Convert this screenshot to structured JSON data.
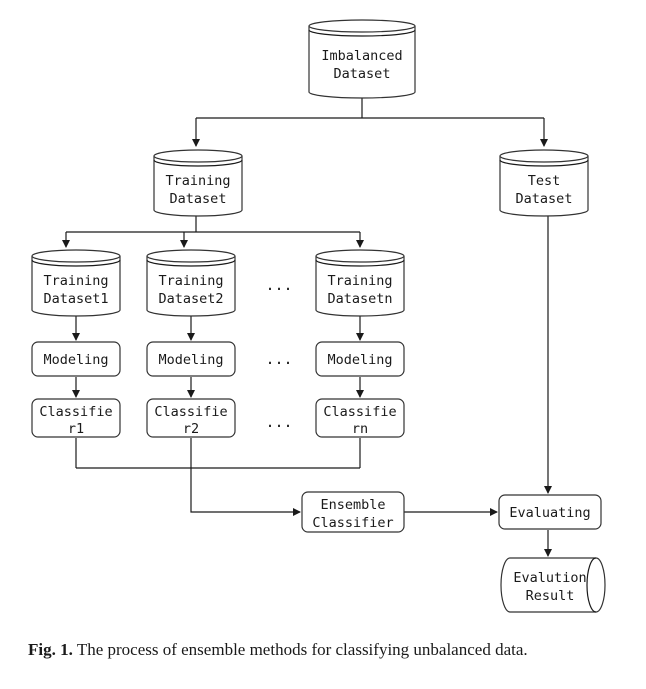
{
  "nodes": {
    "imbalanced_dataset": [
      "Imbalanced",
      "Dataset"
    ],
    "training_dataset": [
      "Training",
      "Dataset"
    ],
    "test_dataset": [
      "Test",
      "Dataset"
    ],
    "training_dataset1": [
      "Training",
      "Dataset1"
    ],
    "training_dataset2": [
      "Training",
      "Dataset2"
    ],
    "training_datasetn": [
      "Training",
      "Datasetn"
    ],
    "modeling_1": "Modeling",
    "modeling_2": "Modeling",
    "modeling_n": "Modeling",
    "classifier_1": [
      "Classifie",
      "r1"
    ],
    "classifier_2": [
      "Classifie",
      "r2"
    ],
    "classifier_n": [
      "Classifie",
      "rn"
    ],
    "ensemble_classifier": [
      "Ensemble",
      "Classifier"
    ],
    "evaluating": "Evaluating",
    "evaluation_result": [
      "Evalution",
      "Result"
    ],
    "ellipsis": "..."
  },
  "caption": {
    "label": "Fig. 1.",
    "text": "The process of ensemble methods for classifying unbalanced data."
  }
}
